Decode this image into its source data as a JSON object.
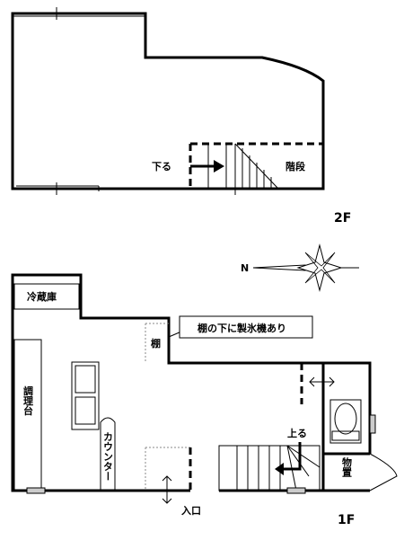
{
  "floor2": {
    "floor_label": "2F",
    "down_label": "下る",
    "stairs_label": "階段"
  },
  "floor1": {
    "floor_label": "1F",
    "freezer_label": "冷蔵庫",
    "shelf_label": "棚",
    "ice_maker_note": "棚の下に製氷機あり",
    "prep_table_label": "調理台",
    "counter_label": "カウンター",
    "up_label": "上る",
    "storage_label": "物置",
    "entrance_label": "入口"
  },
  "compass": {
    "north_label": "N"
  }
}
